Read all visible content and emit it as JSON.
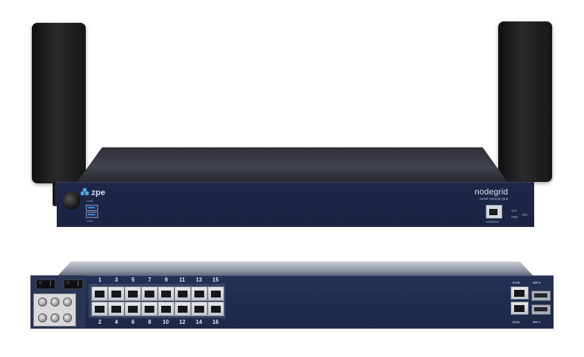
{
  "top_device": {
    "vendor_logo": "zpe",
    "usb_label_top": "USB",
    "usb_label_bottom": "USB",
    "brand_name": "nodegrid",
    "brand_subtitle": "serial console plus",
    "console_label": "CONSOLE",
    "led_labels": [
      "SYS",
      "PWR"
    ],
    "reset_label": "RST"
  },
  "bottom_device": {
    "top_port_numbers": [
      "1",
      "3",
      "5",
      "7",
      "9",
      "11",
      "13",
      "15"
    ],
    "bottom_port_numbers": [
      "2",
      "4",
      "6",
      "8",
      "10",
      "12",
      "14",
      "16"
    ],
    "eth_labels": [
      "ETH0",
      "ETH1"
    ],
    "sfp_labels": [
      "SFP 0",
      "SFP 1"
    ]
  },
  "colors": {
    "panel_blue": "#1d2848",
    "antenna_black": "#161617"
  }
}
